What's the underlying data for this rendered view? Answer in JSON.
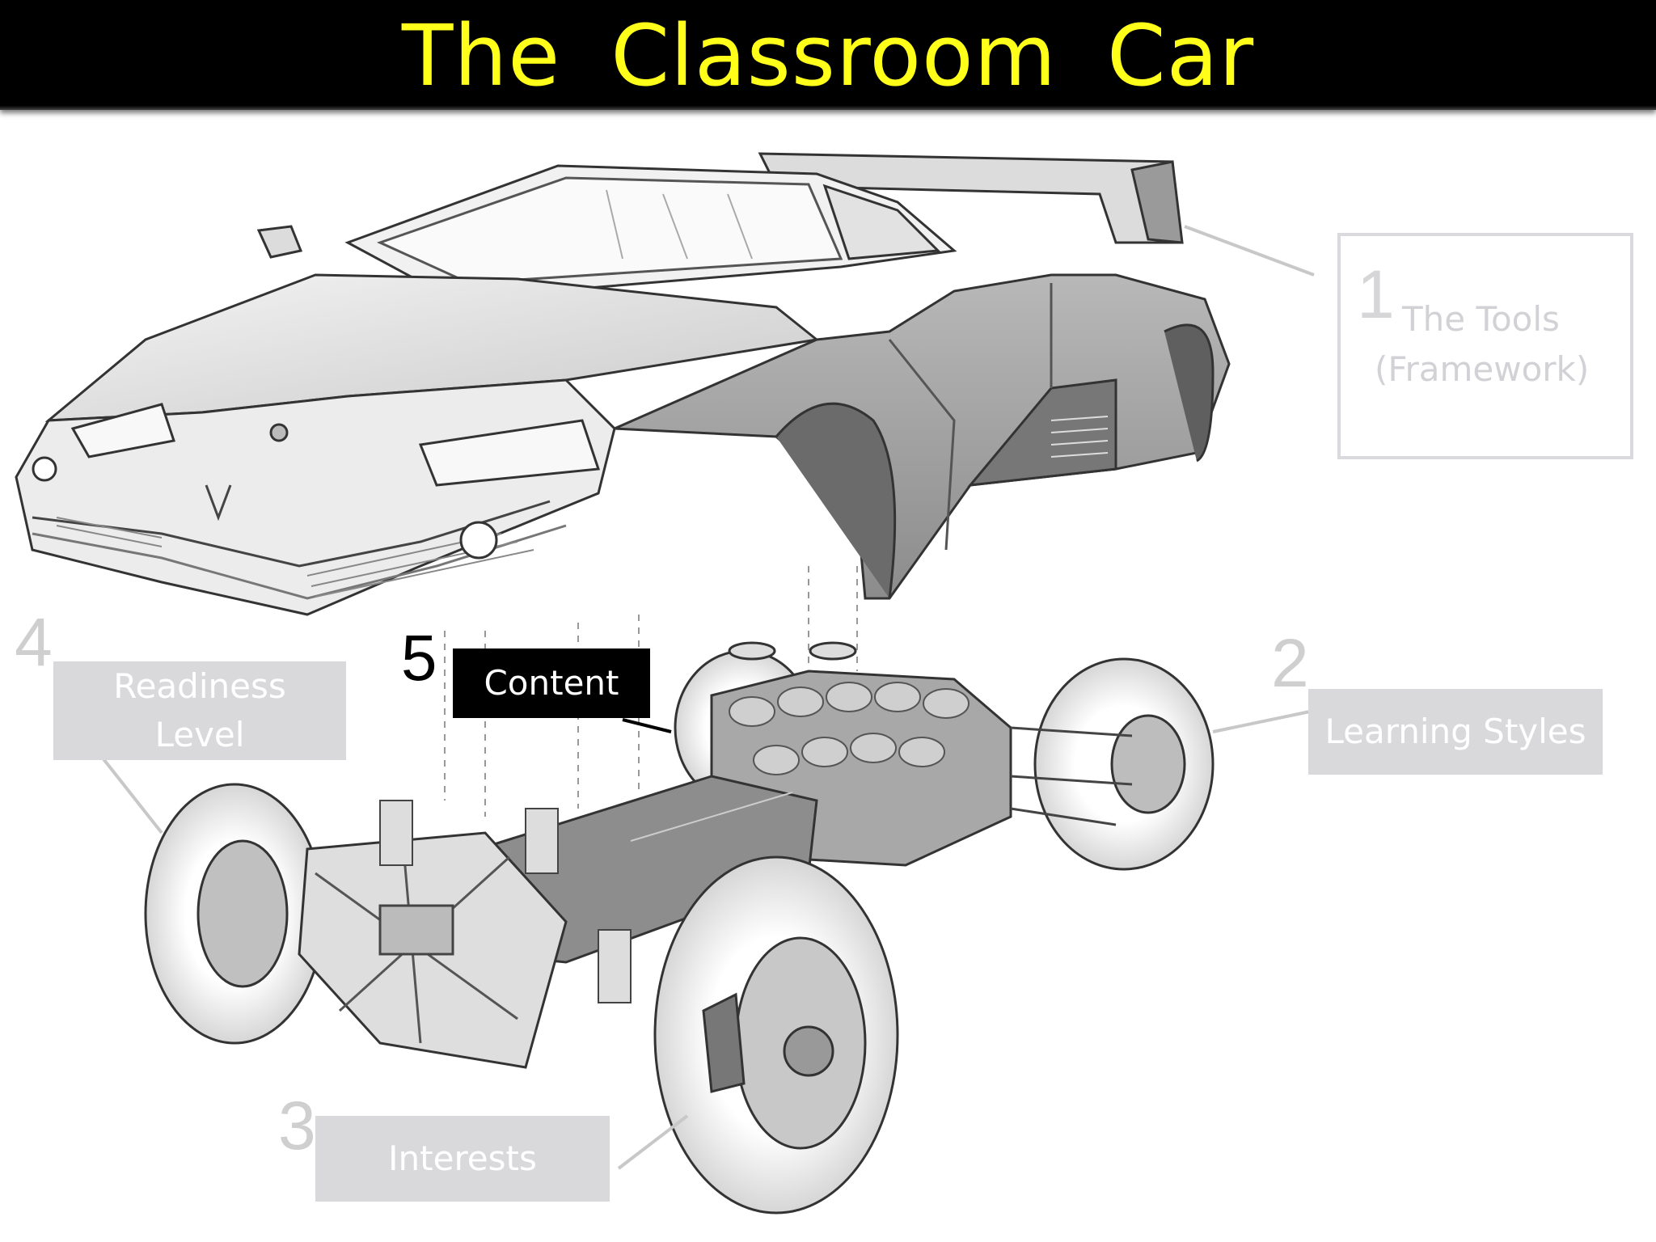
{
  "title": "The  Classroom  Car",
  "labels": {
    "tools": {
      "number": "1",
      "line1": "The Tools",
      "line2": "(Framework)"
    },
    "learning_styles": {
      "number": "2",
      "text": "Learning Styles"
    },
    "interests": {
      "number": "3",
      "text": "Interests"
    },
    "readiness": {
      "number": "4",
      "line1": "Readiness",
      "line2": "Level"
    },
    "content": {
      "number": "5",
      "text": "Content"
    }
  },
  "colors": {
    "title_bar": "#000000",
    "title_text": "#ffff1a",
    "label_fill": "#d9d9dc",
    "label_text": "#ffffff",
    "content_fill": "#000000"
  }
}
